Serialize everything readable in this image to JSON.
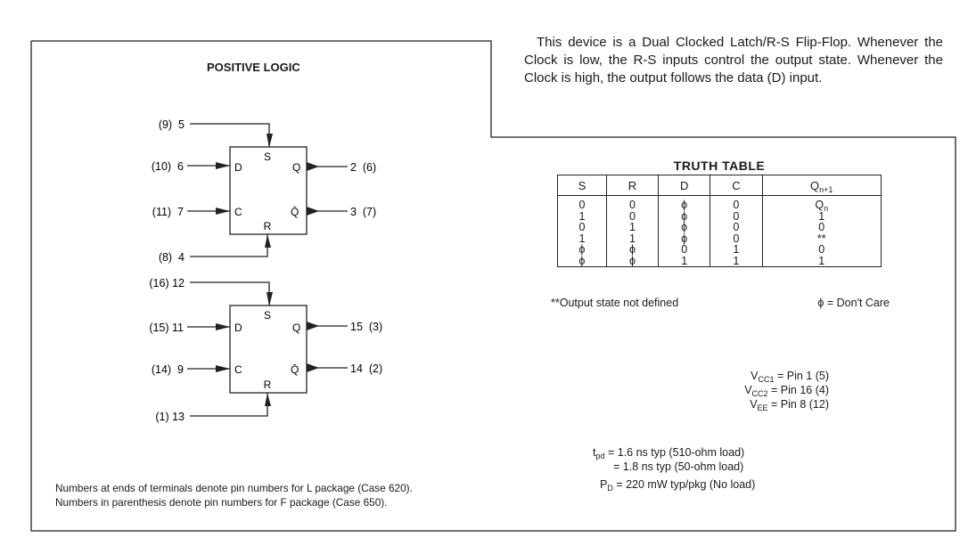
{
  "description": "This device is a Dual Clocked Latch/R-S Flip-Flop. Whenever the Clock is low, the R-S inputs control the output state. Whenever the Clock is high, the output follows the data (D) input.",
  "diagram": {
    "title": "POSITIVE LOGIC",
    "flipflop_1": {
      "labels": {
        "s": "S",
        "d": "D",
        "q": "Q",
        "c": "C",
        "qbar": "Q̄",
        "r": "R"
      },
      "pins": {
        "s": "(9)  5",
        "d": "(10)  6",
        "c": "(11)  7",
        "r": "(8)  4",
        "q": "2  (6)",
        "qbar": "3  (7)"
      }
    },
    "flipflop_2": {
      "labels": {
        "s": "S",
        "d": "D",
        "q": "Q",
        "c": "C",
        "qbar": "Q̄",
        "r": "R"
      },
      "pins": {
        "s": "(16) 12",
        "d": "(15) 11",
        "c": "(14)  9",
        "r": "(1) 13",
        "q": "15  (3)",
        "qbar": "14  (2)"
      }
    }
  },
  "footnotes": [
    "Numbers at ends of terminals denote pin numbers for L package (Case 620).",
    "Numbers in parenthesis denote pin numbers for  F package (Case 650)."
  ],
  "truth_table": {
    "title": "TRUTH TABLE",
    "headers": [
      "S",
      "R",
      "D",
      "C",
      "Q",
      "n+1"
    ],
    "rows": [
      [
        "0",
        "0",
        "ϕ",
        "0",
        "Q",
        "n"
      ],
      [
        "1",
        "0",
        "ϕ",
        "0",
        "1",
        ""
      ],
      [
        "0",
        "1",
        "ϕ",
        "0",
        "0",
        ""
      ],
      [
        "1",
        "1",
        "ϕ",
        "0",
        "**",
        ""
      ],
      [
        "ϕ",
        "ϕ",
        "0",
        "1",
        "0",
        ""
      ],
      [
        "ϕ",
        "ϕ",
        "1",
        "1",
        "1",
        ""
      ]
    ],
    "note_left": "**Output state not defined",
    "note_right": "ϕ = Don't Care"
  },
  "supply": [
    {
      "sym": "V",
      "sub": "CC1",
      "text": " = Pin 1 (5)"
    },
    {
      "sym": "V",
      "sub": "CC2",
      "text": " = Pin 16 (4)"
    },
    {
      "sym": "V",
      "sub": "EE",
      "text": " = Pin 8 (12)"
    }
  ],
  "timing": {
    "tpd_sym": "t",
    "tpd_sub": "pd",
    "tpd1": " = 1.6 ns typ (510-ohm load)",
    "tpd2": "= 1.8 ns typ (50-ohm load)",
    "pd_sym": "P",
    "pd_sub": "D",
    "pd_text": " = 220 mW typ/pkg (No load)"
  },
  "colors": {
    "ink": "#1a1a1a",
    "background": "#ffffff"
  }
}
